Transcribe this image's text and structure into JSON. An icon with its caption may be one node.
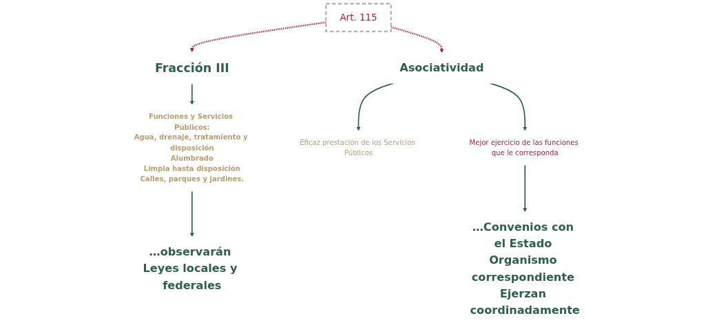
{
  "diagram": {
    "nodes": [
      {
        "text": [
          "Fracción III"
        ]
      },
      {
        "text": [
          "Funciones y Servicios Públicos:",
          "Agua, drenaje, tratamiento y disposición",
          "Alumbrado",
          "Limpia hasta disposición",
          "Calles, parques y jardines."
        ]
      },
      {
        "text": [
          "…observarán Leyes locales y federales"
        ]
      },
      {
        "text": [
          "Art. 115"
        ]
      },
      {
        "text": [
          "Asociatividad"
        ]
      },
      {
        "text": [
          "Eficaz prestación de los Servicios Públicos"
        ]
      },
      {
        "text": [
          "Mejor ejercicio de las funciones que le corresponda"
        ]
      },
      {
        "text": [
          "…Convenios con el Estado Organismo correspondiente Ejerzan coordinadamente"
        ]
      }
    ],
    "edges": [
      {
        "from": 0,
        "to": 1,
        "arrow": "to"
      },
      {
        "from": 1,
        "to": 2,
        "arrow": "to"
      },
      {
        "from": 3,
        "to": 0,
        "arrow": "to",
        "style": "dashed",
        "color": "#9b2246"
      },
      {
        "from": 3,
        "to": 4,
        "arrow": "to",
        "style": "dashed",
        "color": "#9b2246"
      },
      {
        "from": 4,
        "to": 5,
        "arrow": "to"
      },
      {
        "from": 4,
        "to": 6,
        "arrow": "to"
      },
      {
        "from": 6,
        "to": 7,
        "arrow": "to"
      }
    ]
  }
}
